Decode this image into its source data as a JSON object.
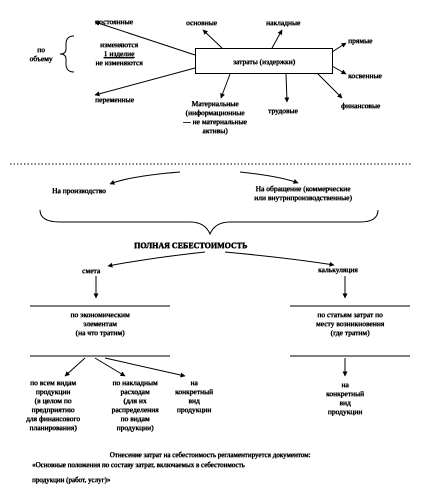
{
  "top_section": {
    "scope_label": [
      "по",
      "объему"
    ],
    "fixed": "постоянные",
    "change": [
      "изменяются",
      "1 изделие",
      "не изменяются"
    ],
    "variable": "переменные",
    "main": "основные",
    "overhead": "накладные",
    "center_box": "затраты (издержки)",
    "direct": "прямые",
    "indirect": "косвенные",
    "material": [
      "Материальные",
      "(информационные",
      "— не материальные",
      "активы)"
    ],
    "labor": "трудовые",
    "financial": "финансовые"
  },
  "middle_section": {
    "production": "На производство",
    "circulation": [
      "На обращение (коммерческие",
      "или внутрипроизводственные)"
    ],
    "full_cost": "ПОЛНАЯ СЕБЕСТОИМОСТЬ",
    "estimate": "смета",
    "costing": "калькуляция"
  },
  "bottom_section": {
    "by_elements": [
      "по экономическим",
      "элементам",
      "(на что тратим)"
    ],
    "by_items": [
      "по статьям затрат по",
      "месту возникновения",
      "(где тратим)"
    ],
    "all_products": [
      "по всем видам",
      "продукции",
      "(в целом по",
      "предприятию",
      "для финансового",
      "планирования)"
    ],
    "overhead_costs": [
      "по накладным",
      "расходам",
      "(для их",
      "распределения",
      "по видам",
      "продукции)"
    ],
    "specific_a": [
      "на",
      "конкретный",
      "вид",
      "продукции"
    ],
    "specific_b": [
      "на",
      "конкретный",
      "вид",
      "продукции"
    ]
  },
  "footer": {
    "line1": "Отнесение затрат на себестоимость регламентируется документом:",
    "line2": "«Основные положения по составу затрат, включаемых в себестоимость",
    "line3": "продукции (работ, услуг)»"
  }
}
